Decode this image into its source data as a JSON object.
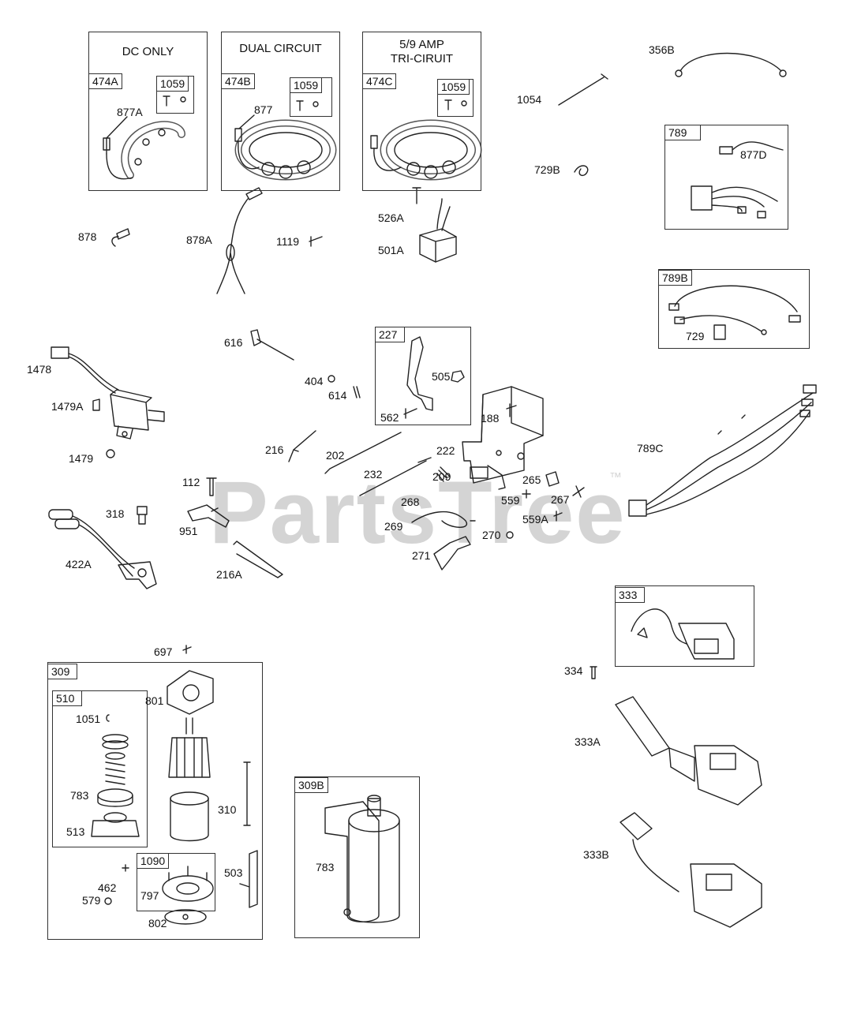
{
  "watermark": {
    "brand": "PartsTree",
    "trademark": "™"
  },
  "box_headers": {
    "dc_only": "DC ONLY",
    "dual_circuit": "DUAL CIRCUIT",
    "amp_line1": "5/9   AMP",
    "amp_line2": "TRI-CIRUIT"
  },
  "box_tags": {
    "t474A": "474A",
    "t1059a": "1059",
    "t474B": "474B",
    "t1059b": "1059",
    "t474C": "474C",
    "t1059c": "1059",
    "t789": "789",
    "t789B": "789B",
    "t227": "227",
    "t333": "333",
    "t309": "309",
    "t510": "510",
    "t1090": "1090",
    "t309B": "309B"
  },
  "part_labels": {
    "p877A": "877A",
    "p877": "877",
    "p1054": "1054",
    "p356B": "356B",
    "p877D": "877D",
    "p729B": "729B",
    "p878": "878",
    "p878A": "878A",
    "p1119": "1119",
    "p526A": "526A",
    "p501A": "501A",
    "p729": "729",
    "p616": "616",
    "p505": "505",
    "p562": "562",
    "p404": "404",
    "p614": "614",
    "p1478": "1478",
    "p1479A": "1479A",
    "p1479": "1479",
    "p188": "188",
    "p216": "216",
    "p202": "202",
    "p222": "222",
    "p789C": "789C",
    "p232": "232",
    "p209": "209",
    "p265": "265",
    "p112": "112",
    "p268": "268",
    "p559": "559",
    "p267": "267",
    "p318": "318",
    "p269": "269",
    "p559A": "559A",
    "p951": "951",
    "p270": "270",
    "p422A": "422A",
    "p271": "271",
    "p216A": "216A",
    "p697": "697",
    "p334": "334",
    "p801": "801",
    "p1051": "1051",
    "p333A": "333A",
    "p783a": "783",
    "p310": "310",
    "p513": "513",
    "p503": "503",
    "p333B": "333B",
    "p783b": "783",
    "p462": "462",
    "p797": "797",
    "p579": "579",
    "p802": "802"
  }
}
